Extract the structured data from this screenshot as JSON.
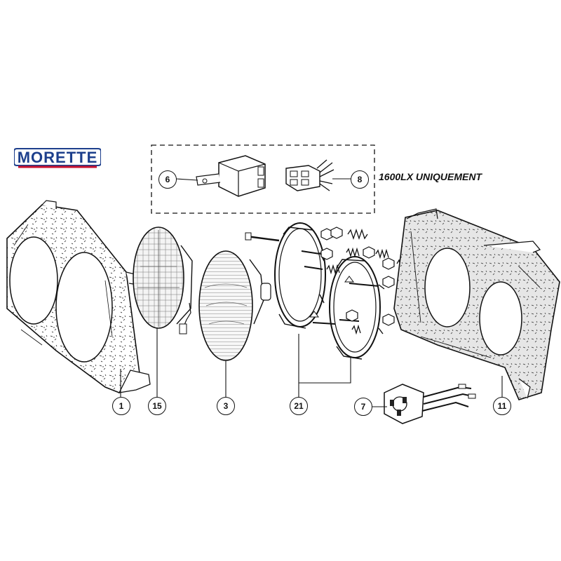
{
  "brand": {
    "logo_text": "MORETTE",
    "colors": {
      "blue": "#1d3f8c",
      "red": "#c8102e"
    }
  },
  "note": {
    "text": "1600LX UNIQUEMENT"
  },
  "callouts": [
    {
      "id": "1",
      "label": "1",
      "part": "headlight surround bezel"
    },
    {
      "id": "15",
      "label": "15",
      "part": "headlamp unit (H4)"
    },
    {
      "id": "3",
      "label": "3",
      "part": "sealed beam headlamp"
    },
    {
      "id": "21",
      "label": "21",
      "part": "headlamp mounting rings and adjusters"
    },
    {
      "id": "7",
      "label": "7",
      "part": "bulb connector"
    },
    {
      "id": "11",
      "label": "11",
      "part": "headlight mounting panel"
    },
    {
      "id": "6",
      "label": "6",
      "part": "relay"
    },
    {
      "id": "8",
      "label": "8",
      "part": "relay socket"
    }
  ]
}
